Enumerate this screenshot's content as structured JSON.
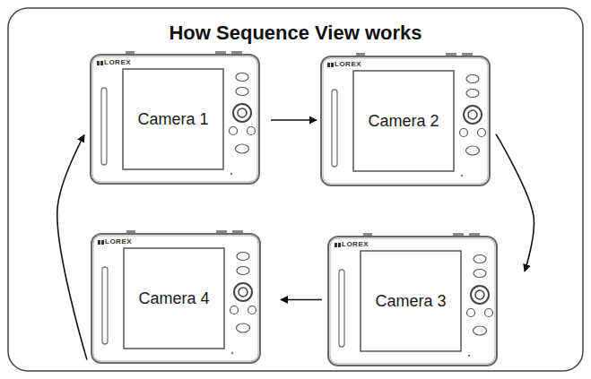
{
  "diagram": {
    "title": "How Sequence View works",
    "nodes": [
      {
        "text": [
          "Camera 1"
        ]
      },
      {
        "text": [
          "Camera 2"
        ]
      },
      {
        "text": [
          "Camera 3"
        ]
      },
      {
        "text": [
          "Camera 4"
        ]
      }
    ],
    "edges": [
      {
        "from": 0,
        "to": 1,
        "arrow": "to"
      },
      {
        "from": 1,
        "to": 2,
        "arrow": "to"
      },
      {
        "from": 2,
        "to": 3,
        "arrow": "to"
      },
      {
        "from": 3,
        "to": 0,
        "arrow": "to"
      }
    ],
    "labels": [
      "LOREX",
      "LOREX",
      "LOREX",
      "LOREX"
    ]
  }
}
